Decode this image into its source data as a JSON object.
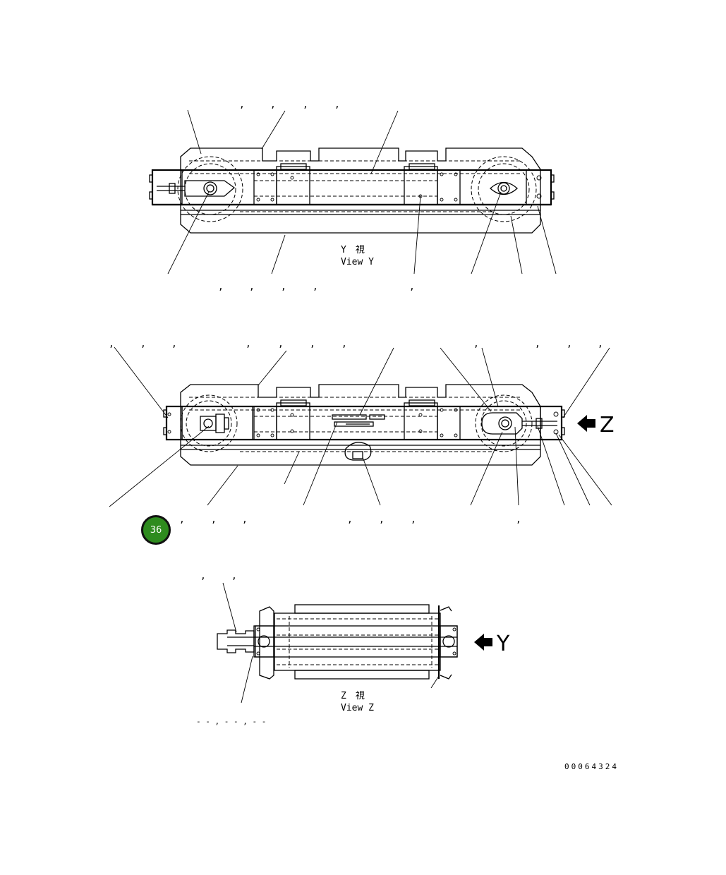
{
  "views": {
    "view_y": {
      "jp_label": "Y　視",
      "label": "View Y"
    },
    "view_z": {
      "jp_label": "Z　視",
      "label": "View Z"
    }
  },
  "direction_arrows": {
    "z_letter": "Z",
    "y_letter": "Y"
  },
  "page_badge": {
    "number": "36",
    "color": "#2e8b1e"
  },
  "drawing_number": "00064324",
  "callout_separators": {
    "view_y_top": [
      ",",
      ",",
      ",",
      ","
    ],
    "view_y_bottom": [
      ",",
      ",",
      ",",
      ",",
      ","
    ],
    "front_top": [
      ",",
      ",",
      ",",
      ",",
      ",",
      ",",
      ",",
      ",",
      ",",
      ",",
      ","
    ],
    "front_bottom": [
      ",",
      ",",
      ",",
      ",",
      ",",
      ",",
      ","
    ],
    "view_z_top": [
      ",",
      ","
    ],
    "view_z_bottom": "‐ ‐ , ‐ ‐ , ‐ ‐"
  },
  "icons": {
    "arrow": "left-arrow-icon"
  }
}
